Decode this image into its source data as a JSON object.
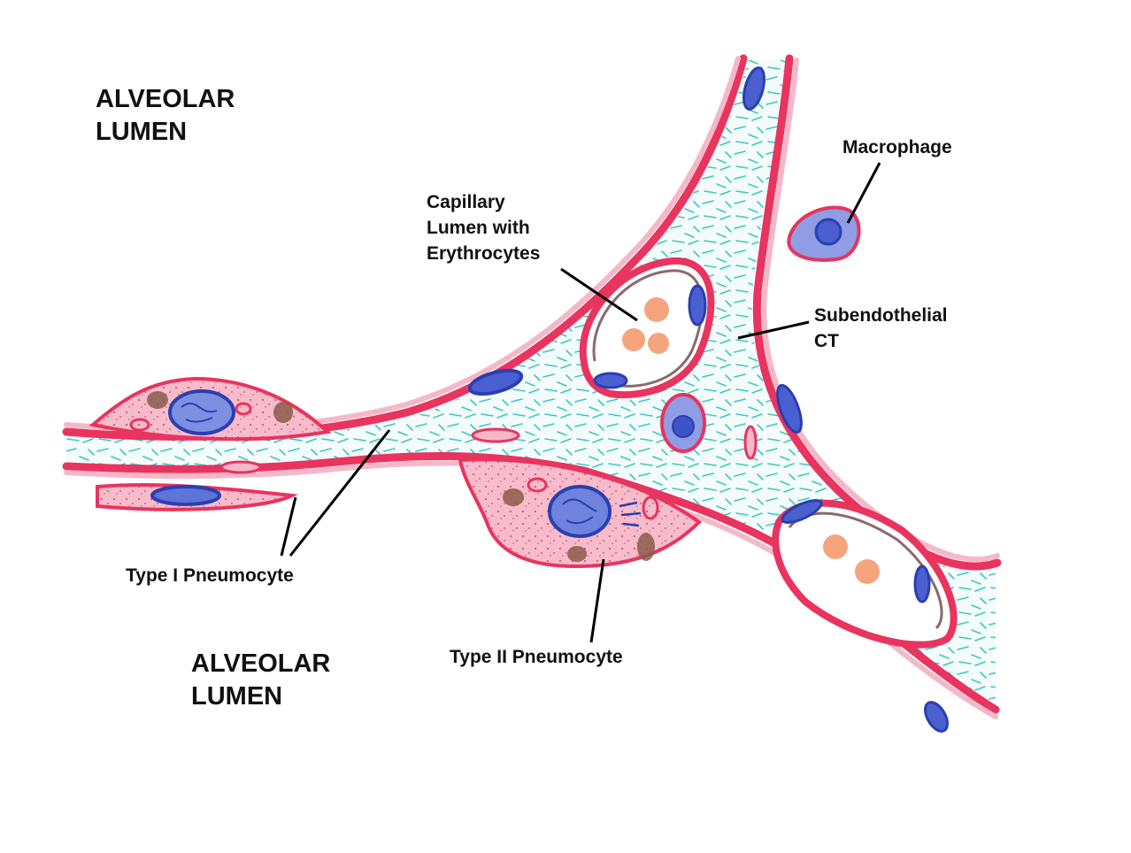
{
  "labels": {
    "alveolar_lumen_top": [
      "ALVEOLAR",
      "LUMEN"
    ],
    "alveolar_lumen_bottom": [
      "ALVEOLAR",
      "LUMEN"
    ],
    "macrophage": "Macrophage",
    "capillary": [
      "Capillary",
      "Lumen with",
      "Erythrocytes"
    ],
    "subendothelial": [
      "Subendothelial",
      "CT"
    ],
    "type1": "Type I Pneumocyte",
    "type2": "Type II Pneumocyte"
  },
  "colors": {
    "membrane": "#e8345e",
    "cytoplasm": "#f5b8c8",
    "connective_tissue": "#3fc6c8",
    "nucleus": "#2a3fb0",
    "erythrocyte": "#f49a70",
    "granule": "#8b5a4a",
    "leader": "#000000"
  }
}
